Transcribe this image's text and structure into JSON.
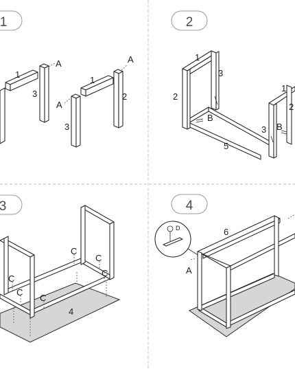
{
  "steps": [
    "1",
    "2",
    "3",
    "4"
  ],
  "step1": {
    "labels": {
      "top_bar_left": "1",
      "leg_left": "3",
      "screw_left": "A",
      "top_bar_right": "1",
      "screw_right": "A",
      "leg_right": "2",
      "leg_right_front": "3"
    }
  },
  "step2": {
    "labels": {
      "frame_bar_top": "1",
      "frame_leg_back": "3",
      "frame_leg_front": "2",
      "frame_bar_right": "1",
      "screw_b_left": "B",
      "screw_b_right": "B",
      "long_bar": "5",
      "leg_right_front": "3",
      "leg_right": "2"
    }
  },
  "step3": {
    "labels": {
      "c1": "C",
      "c2": "C",
      "c3": "C",
      "c4": "C",
      "c5": "C",
      "c6": "C",
      "panel": "4"
    }
  },
  "step4": {
    "labels": {
      "top_bar": "6",
      "screw_a": "A",
      "detail_d": "D"
    }
  },
  "colors": {
    "line": "#2a2a2a",
    "badge_border": "#9a9a9a",
    "grid": "#bdbdbd",
    "panel": "#d6d6d6"
  }
}
